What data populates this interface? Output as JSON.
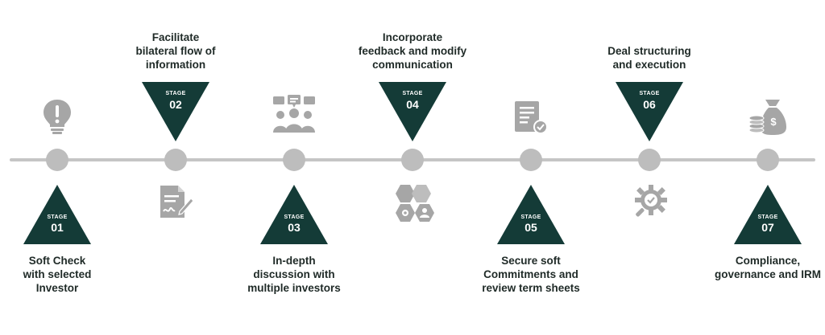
{
  "stage_word": "STAGE",
  "colors": {
    "triangle": "#143b37",
    "node": "#bdbdbd",
    "line": "#c5c5c5",
    "icon": "#a6a6a6"
  },
  "stages": [
    {
      "number": "01",
      "text_lines": [
        "Soft Check",
        "with selected",
        "Investor"
      ],
      "icon": "lightbulb-exclamation-icon"
    },
    {
      "number": "02",
      "text_lines": [
        "Facilitate",
        "bilateral flow of",
        "information"
      ],
      "icon": "document-signature-icon"
    },
    {
      "number": "03",
      "text_lines": [
        "In-depth",
        "discussion with",
        "multiple investors"
      ],
      "icon": "group-discussion-icon"
    },
    {
      "number": "04",
      "text_lines": [
        "Incorporate",
        "feedback and modify",
        "communication"
      ],
      "icon": "hexagon-gear-user-icon"
    },
    {
      "number": "05",
      "text_lines": [
        "Secure soft",
        "Commitments and",
        "review term sheets"
      ],
      "icon": "checklist-document-icon"
    },
    {
      "number": "06",
      "text_lines": [
        "Deal structuring",
        "and execution"
      ],
      "icon": "gear-magnifier-icon"
    },
    {
      "number": "07",
      "text_lines": [
        "Compliance,",
        "governance and IRM"
      ],
      "icon": "money-bag-coins-icon"
    }
  ]
}
